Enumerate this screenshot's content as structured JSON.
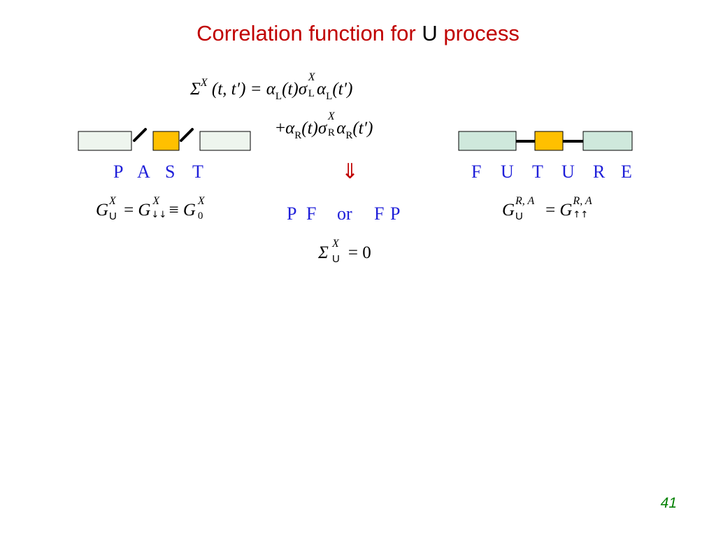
{
  "slide": {
    "title_main": "Correlation function for ",
    "title_u": "U",
    "title_end": " process",
    "page_number": "41"
  },
  "left_panel": {
    "letters": [
      "P",
      "A",
      "S",
      "T"
    ],
    "eq": {
      "G": "G",
      "U": "U",
      "X": "X",
      "down": "↓↓",
      "equiv": "≡",
      "zero": "0",
      "eqsign": "="
    }
  },
  "center": {
    "sigma_eq_line1": {
      "Sigma": "Σ",
      "X": "X",
      "args": "(t, t′) = ",
      "alpha": "α",
      "L": "L",
      "t": "(t)",
      "sigma": "σ",
      "tp": "(t′)"
    },
    "sigma_eq_line2": {
      "plus": "+",
      "R": "R"
    },
    "arrow": "⇓",
    "pf_text": [
      "P",
      "F",
      "or",
      "F",
      "P"
    ],
    "bottom_eq": {
      "Sigma": "Σ",
      "U": "U",
      "X": "X",
      "rhs": "= 0"
    }
  },
  "right_panel": {
    "letters": [
      "F",
      "U",
      "T",
      "U",
      "R",
      "E"
    ],
    "eq": {
      "G": "G",
      "U": "U",
      "RA": "R, A",
      "up": "↑↑",
      "eqsign": "="
    }
  },
  "colors": {
    "title": "#c00000",
    "letters": "#1f1fd9",
    "arrow": "#c00000",
    "lead_past": "#eef5ee",
    "lead_future": "#cfe8dc",
    "dot": "#ffc000",
    "page_number": "#008000"
  }
}
